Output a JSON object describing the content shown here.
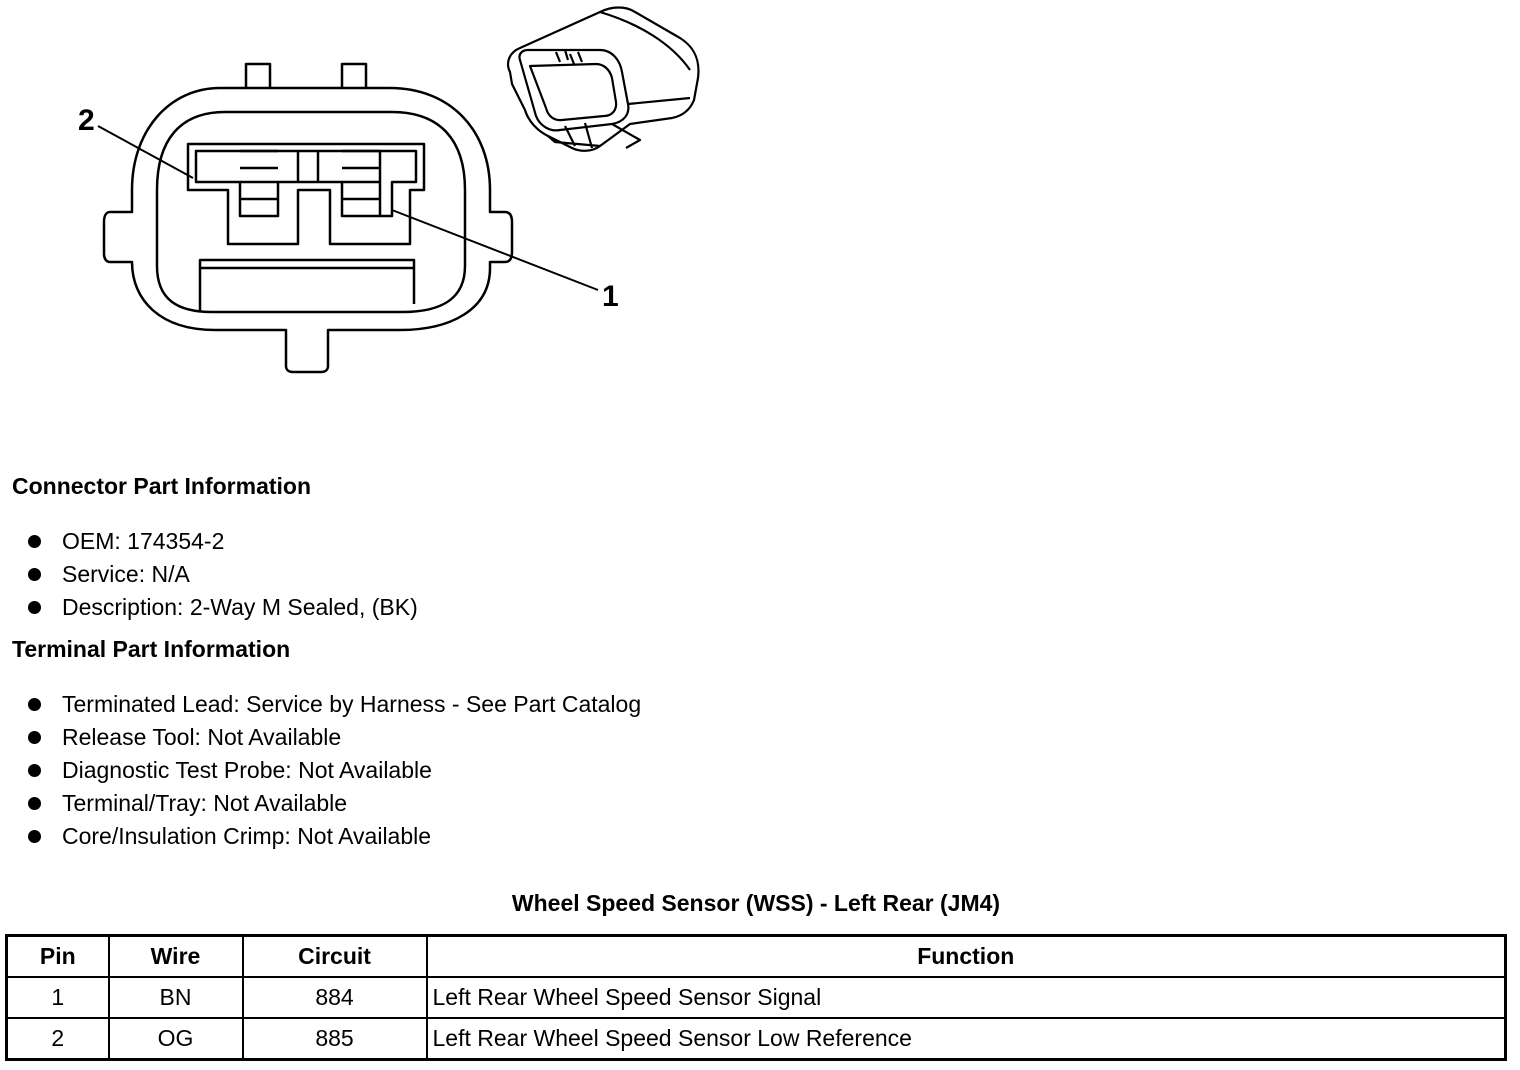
{
  "figure": {
    "callouts": [
      "2",
      "1"
    ]
  },
  "connector_info": {
    "heading": "Connector Part Information",
    "items": [
      "OEM: 174354-2",
      "Service: N/A",
      "Description: 2-Way M Sealed, (BK)"
    ]
  },
  "terminal_info": {
    "heading": "Terminal Part Information",
    "items": [
      "Terminated Lead: Service by Harness - See Part Catalog",
      "Release Tool: Not Available",
      "Diagnostic Test Probe: Not Available",
      "Terminal/Tray: Not Available",
      "Core/Insulation Crimp: Not Available"
    ]
  },
  "pin_table": {
    "title": "Wheel Speed Sensor (WSS) - Left Rear (JM4)",
    "headers": [
      "Pin",
      "Wire",
      "Circuit",
      "Function"
    ],
    "rows": [
      [
        "1",
        "BN",
        "884",
        "Left Rear Wheel Speed Sensor Signal"
      ],
      [
        "2",
        "OG",
        "885",
        "Left Rear Wheel Speed Sensor Low Reference"
      ]
    ]
  }
}
